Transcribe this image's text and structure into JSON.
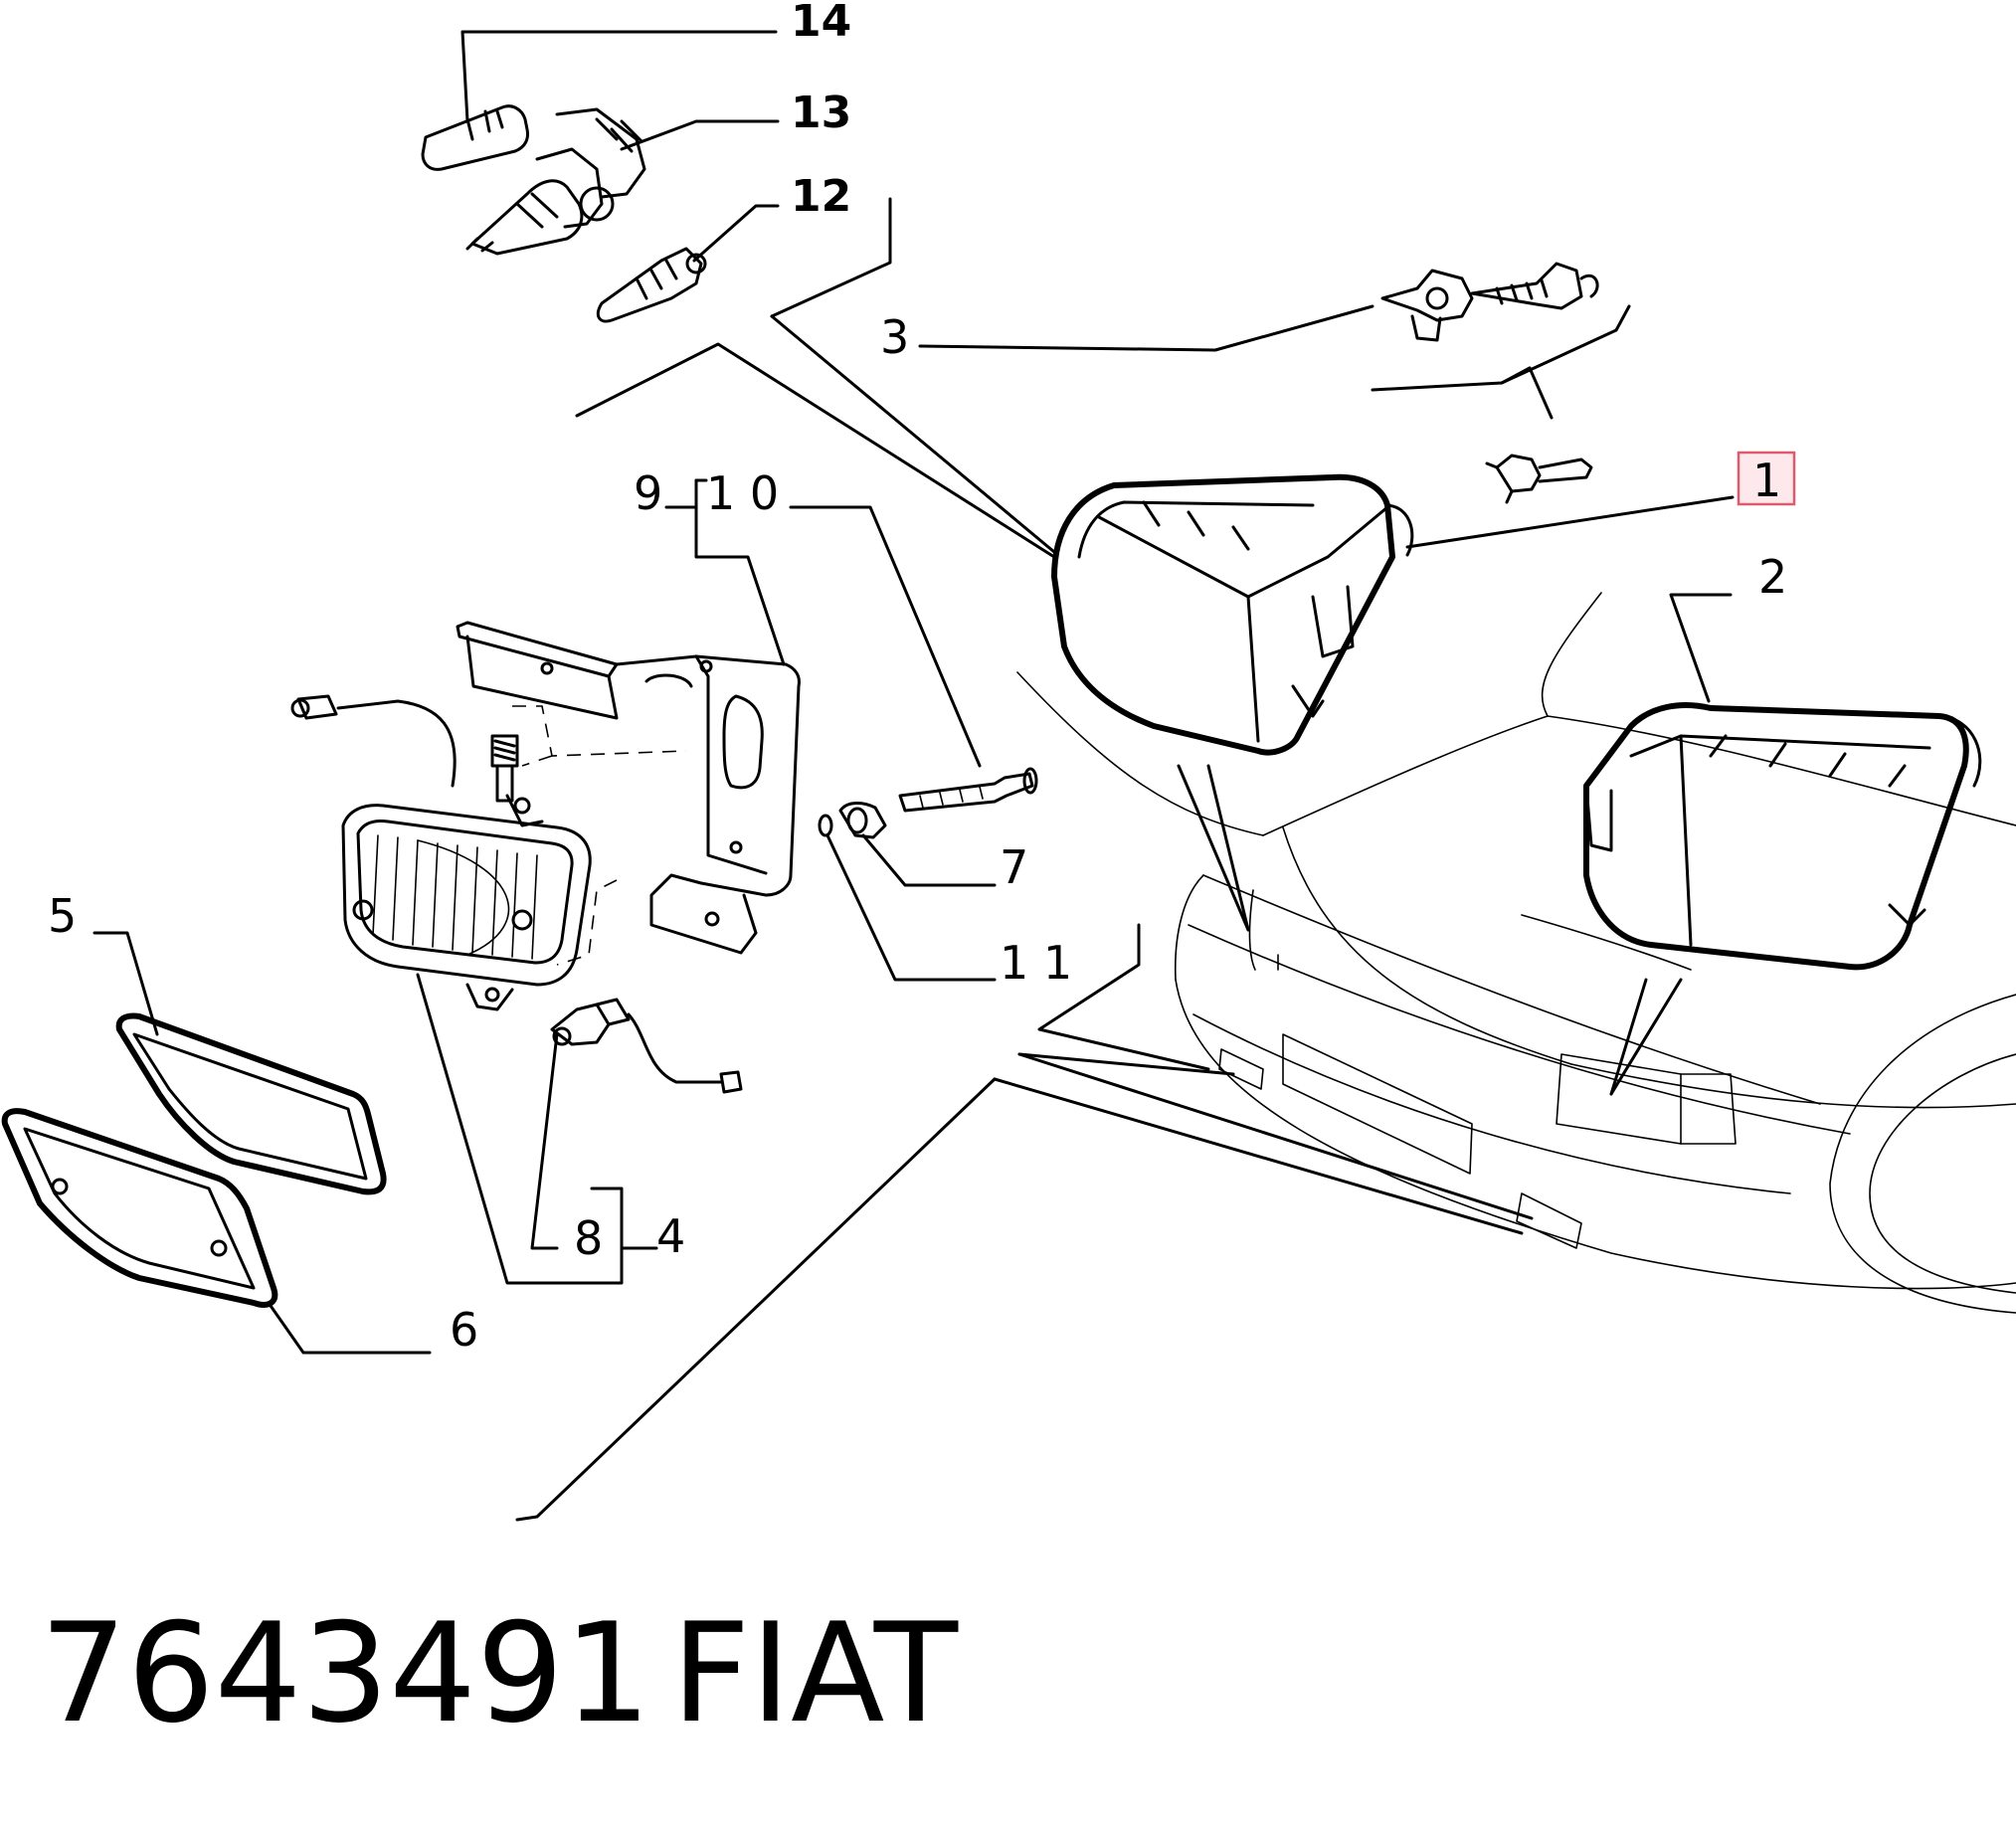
{
  "part_labels": {
    "p1": "1",
    "p2": "2",
    "p3": "3",
    "p4": "4",
    "p5": "5",
    "p6": "6",
    "p7": "7",
    "p8": "8",
    "p9": "9",
    "p10": "1 0",
    "p11": "1 1",
    "p12": "12",
    "p13": "13",
    "p14": "14"
  },
  "highlight": {
    "label": "1",
    "fill": "#fde8ec",
    "stroke": "#e05a6d"
  },
  "footer": {
    "part_number": "7643491",
    "brand": "FIAT"
  }
}
